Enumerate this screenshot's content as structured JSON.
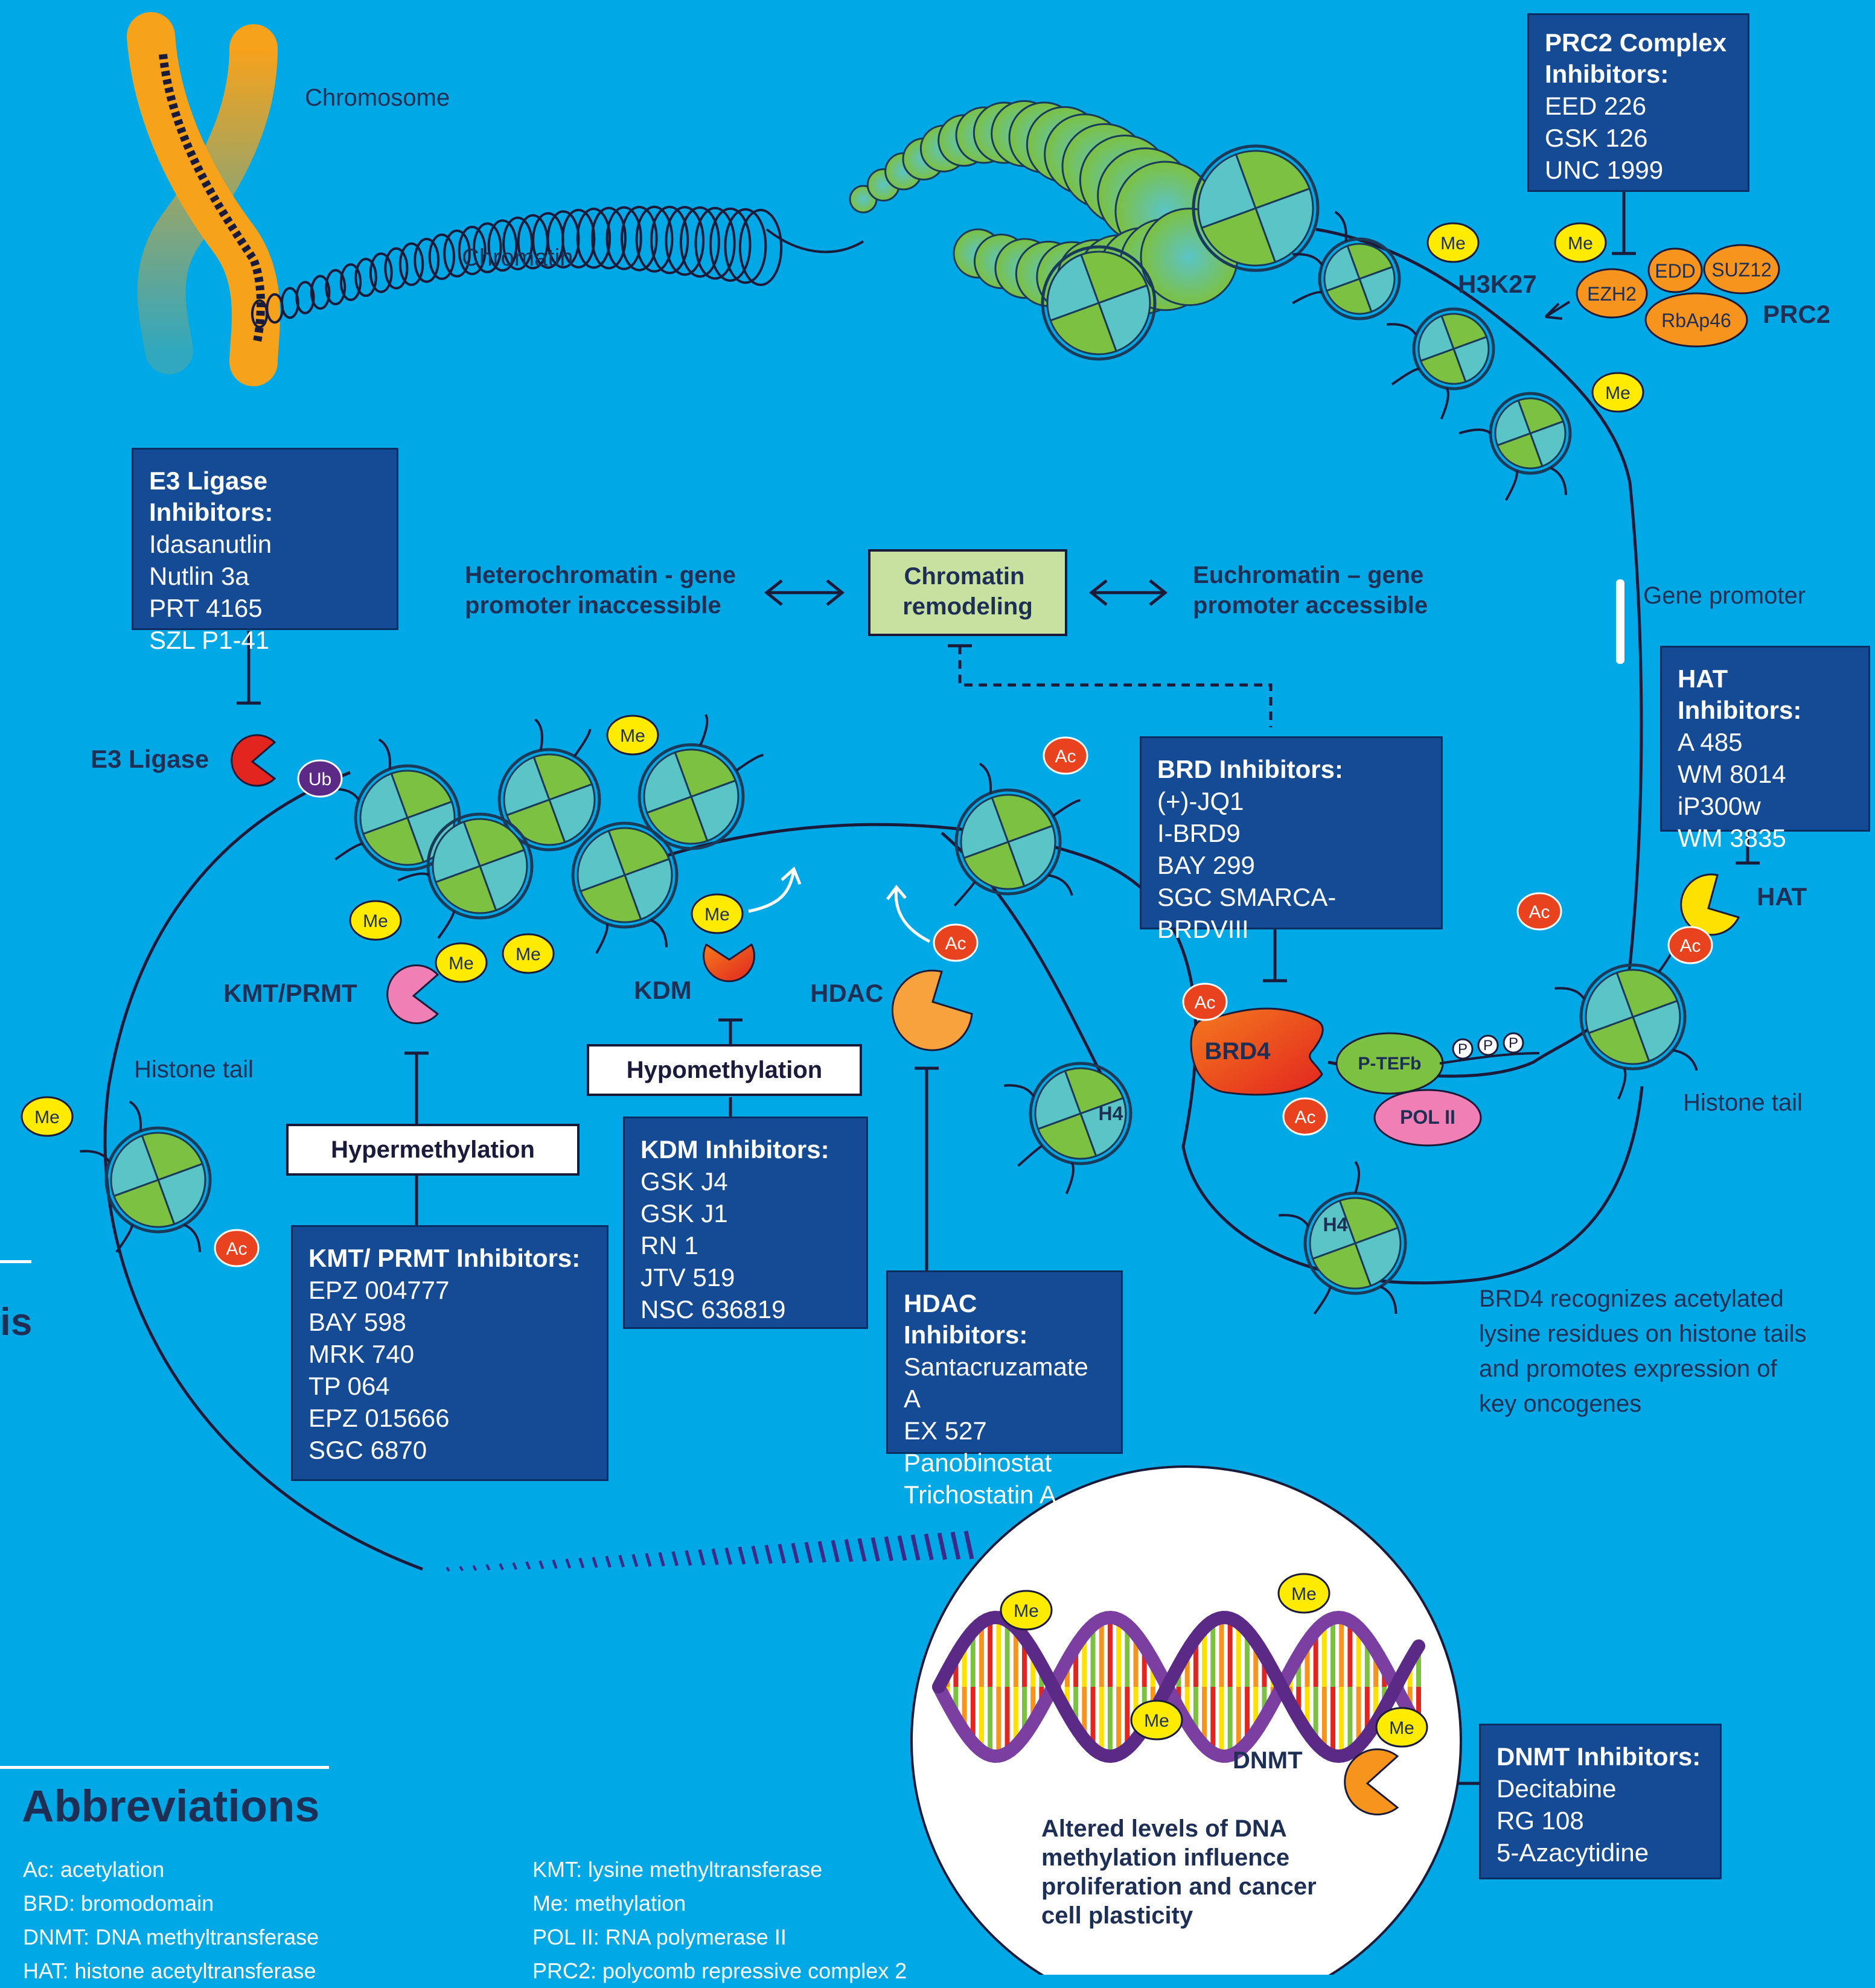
{
  "labels": {
    "chromosome": "Chromosome",
    "chromatin": "Chromatin",
    "gene_promoter": "Gene promoter",
    "h3k27": "H3K27",
    "prc2": "PRC2",
    "e3_ligase": "E3 Ligase",
    "kmt_prmt": "KMT/PRMT",
    "kdm": "KDM",
    "hdac": "HDAC",
    "hat": "HAT",
    "dnmt": "DNMT",
    "histone_tail_left": "Histone tail",
    "histone_tail_right": "Histone tail",
    "heterochromatin": [
      "Heterochromatin - gene",
      "promoter inaccessible"
    ],
    "euchromatin": [
      "Euchromatin – gene",
      "promoter accessible"
    ],
    "chromatin_remodeling": [
      "Chromatin",
      "remodeling"
    ],
    "hypermethylation": "Hypermethylation",
    "hypomethylation": "Hypomethylation",
    "brd4_note": [
      "BRD4 recognizes acetylated",
      "lysine residues on histone tails",
      "and promotes expression of",
      "key oncogenes"
    ],
    "dna_note": [
      "Altered levels of DNA",
      "methylation influence",
      "proliferation and cancer",
      "cell plasticity"
    ],
    "partial_left_text": "is"
  },
  "marks": {
    "me": "Me",
    "ac": "Ac",
    "ub": "Ub",
    "p": "P",
    "h4": "H4"
  },
  "proteins": {
    "ezh2": "EZH2",
    "edd": "EDD",
    "suz12": "SUZ12",
    "rbap46": "RbAp46",
    "brd4": "BRD4",
    "ptefb": "P-TEFb",
    "pol2": "POL II"
  },
  "inhibitors": {
    "prc2": {
      "title": [
        "PRC2 Complex",
        "Inhibitors:"
      ],
      "items": [
        "EED 226",
        "GSK 126",
        "UNC 1999"
      ]
    },
    "e3": {
      "title": [
        "E3 Ligase Inhibitors:"
      ],
      "items": [
        "Idasanutlin",
        "Nutlin 3a",
        "PRT 4165",
        "SZL P1-41"
      ]
    },
    "hat": {
      "title": [
        "HAT Inhibitors:"
      ],
      "items": [
        "A 485",
        "WM 8014",
        "iP300w",
        "WM 3835"
      ]
    },
    "brd": {
      "title": [
        "BRD Inhibitors:"
      ],
      "items": [
        "(+)-JQ1",
        "I-BRD9",
        "BAY 299",
        "SGC SMARCA-BRDVIII"
      ]
    },
    "kdm": {
      "title": [
        "KDM Inhibitors:"
      ],
      "items": [
        "GSK J4",
        "GSK J1",
        "RN 1",
        "JTV 519",
        "NSC 636819"
      ]
    },
    "kmt": {
      "title": [
        "KMT/ PRMT Inhibitors:"
      ],
      "items": [
        "EPZ 004777",
        "BAY 598",
        "MRK 740",
        "TP 064",
        "EPZ 015666",
        "SGC 6870"
      ]
    },
    "hdac": {
      "title": [
        "HDAC Inhibitors:"
      ],
      "items": [
        "Santacruzamate A",
        "EX 527",
        "Panobinostat",
        "Trichostatin A"
      ]
    },
    "dnmt": {
      "title": [
        "DNMT Inhibitors:"
      ],
      "items": [
        "Decitabine",
        "RG 108",
        "5-Azacytidine"
      ]
    }
  },
  "abbreviations": {
    "title": "Abbreviations",
    "col1": [
      "Ac: acetylation",
      "BRD: bromodomain",
      "DNMT: DNA methyltransferase",
      "HAT: histone acetyltransferase"
    ],
    "col2": [
      "KMT: lysine methyltransferase",
      "Me: methylation",
      "POL II: RNA polymerase II",
      "PRC2: polycomb repressive complex 2"
    ]
  },
  "colors": {
    "background": "#00A9E6",
    "box": "#154A94",
    "methyl": "#FFEB00",
    "acetyl": "#E8431E",
    "histone_green": "#7CC142",
    "histone_teal": "#5BC4C7",
    "chromosome": "#F7A21B",
    "remodel_box": "#C8E0A0",
    "pink": "#F07FB6",
    "line": "#1A1A3A"
  }
}
